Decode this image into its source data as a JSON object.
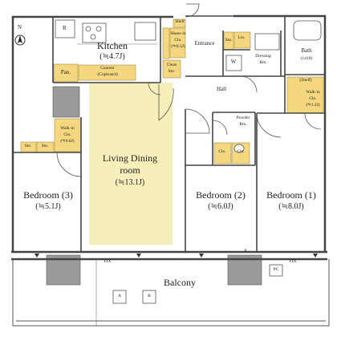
{
  "compass": {
    "label": "N"
  },
  "rooms": {
    "kitchen": {
      "name": "Kitchen",
      "area": "(≒4.7J)"
    },
    "living": {
      "name_line1": "Living Dining",
      "name_line2": "room",
      "area": "(≒13.1J)"
    },
    "bedroom3": {
      "name": "Bedroom (3)",
      "area": "(≒5.1J)"
    },
    "bedroom2": {
      "name": "Bedroom (2)",
      "area": "(≒6.0J)"
    },
    "bedroom1": {
      "name": "Bedroom (1)",
      "area": "(≒8.0J)"
    },
    "balcony": {
      "name": "Balcony"
    },
    "hall": {
      "name": "Hall"
    },
    "entrance": {
      "name": "Entrance"
    },
    "bath": {
      "name": "Bath",
      "size": "(1418)"
    },
    "dressing": {
      "line1": "Dressing",
      "line2": "Rm."
    },
    "powder": {
      "line1": "Powder",
      "line2": "Rm."
    },
    "walkin_bed3": {
      "line1": "Walk-in",
      "line2": "Clo.",
      "line3": "(≒0.6J)"
    },
    "walkin_bed1": {
      "shelf": "[Shelf]",
      "line1": "Walk-in",
      "line2": "Clo.",
      "line3": "(≒1.2J)"
    }
  },
  "labels": {
    "refrigerator": "R",
    "pantry": "Pan.",
    "counter_line1": "Counter",
    "counter_line2": "(Cupboard)",
    "shelf": "Shelf",
    "shoes_line1": "Shoes-in",
    "shoes_line2": "Clo.",
    "shoes_line3": "(≒0.5J)",
    "clean_line1": "Clean",
    "clean_line2": "Sto.",
    "sto": "Sto.",
    "sto2": "Sto.",
    "sto_entrance": "Sto.",
    "linen": "Lin.",
    "washer": "W",
    "clo": "Clo.",
    "clo2": "Clo.",
    "fix1": "FIX",
    "fix2": "FIX",
    "pc": "PC",
    "p": "P",
    "ac_a": "A",
    "ac_b": "B"
  },
  "colors": {
    "storage": "#f5d77f",
    "living_floor": "#f7efb9",
    "wall": "#444444",
    "pillar": "#9a9a9a"
  }
}
